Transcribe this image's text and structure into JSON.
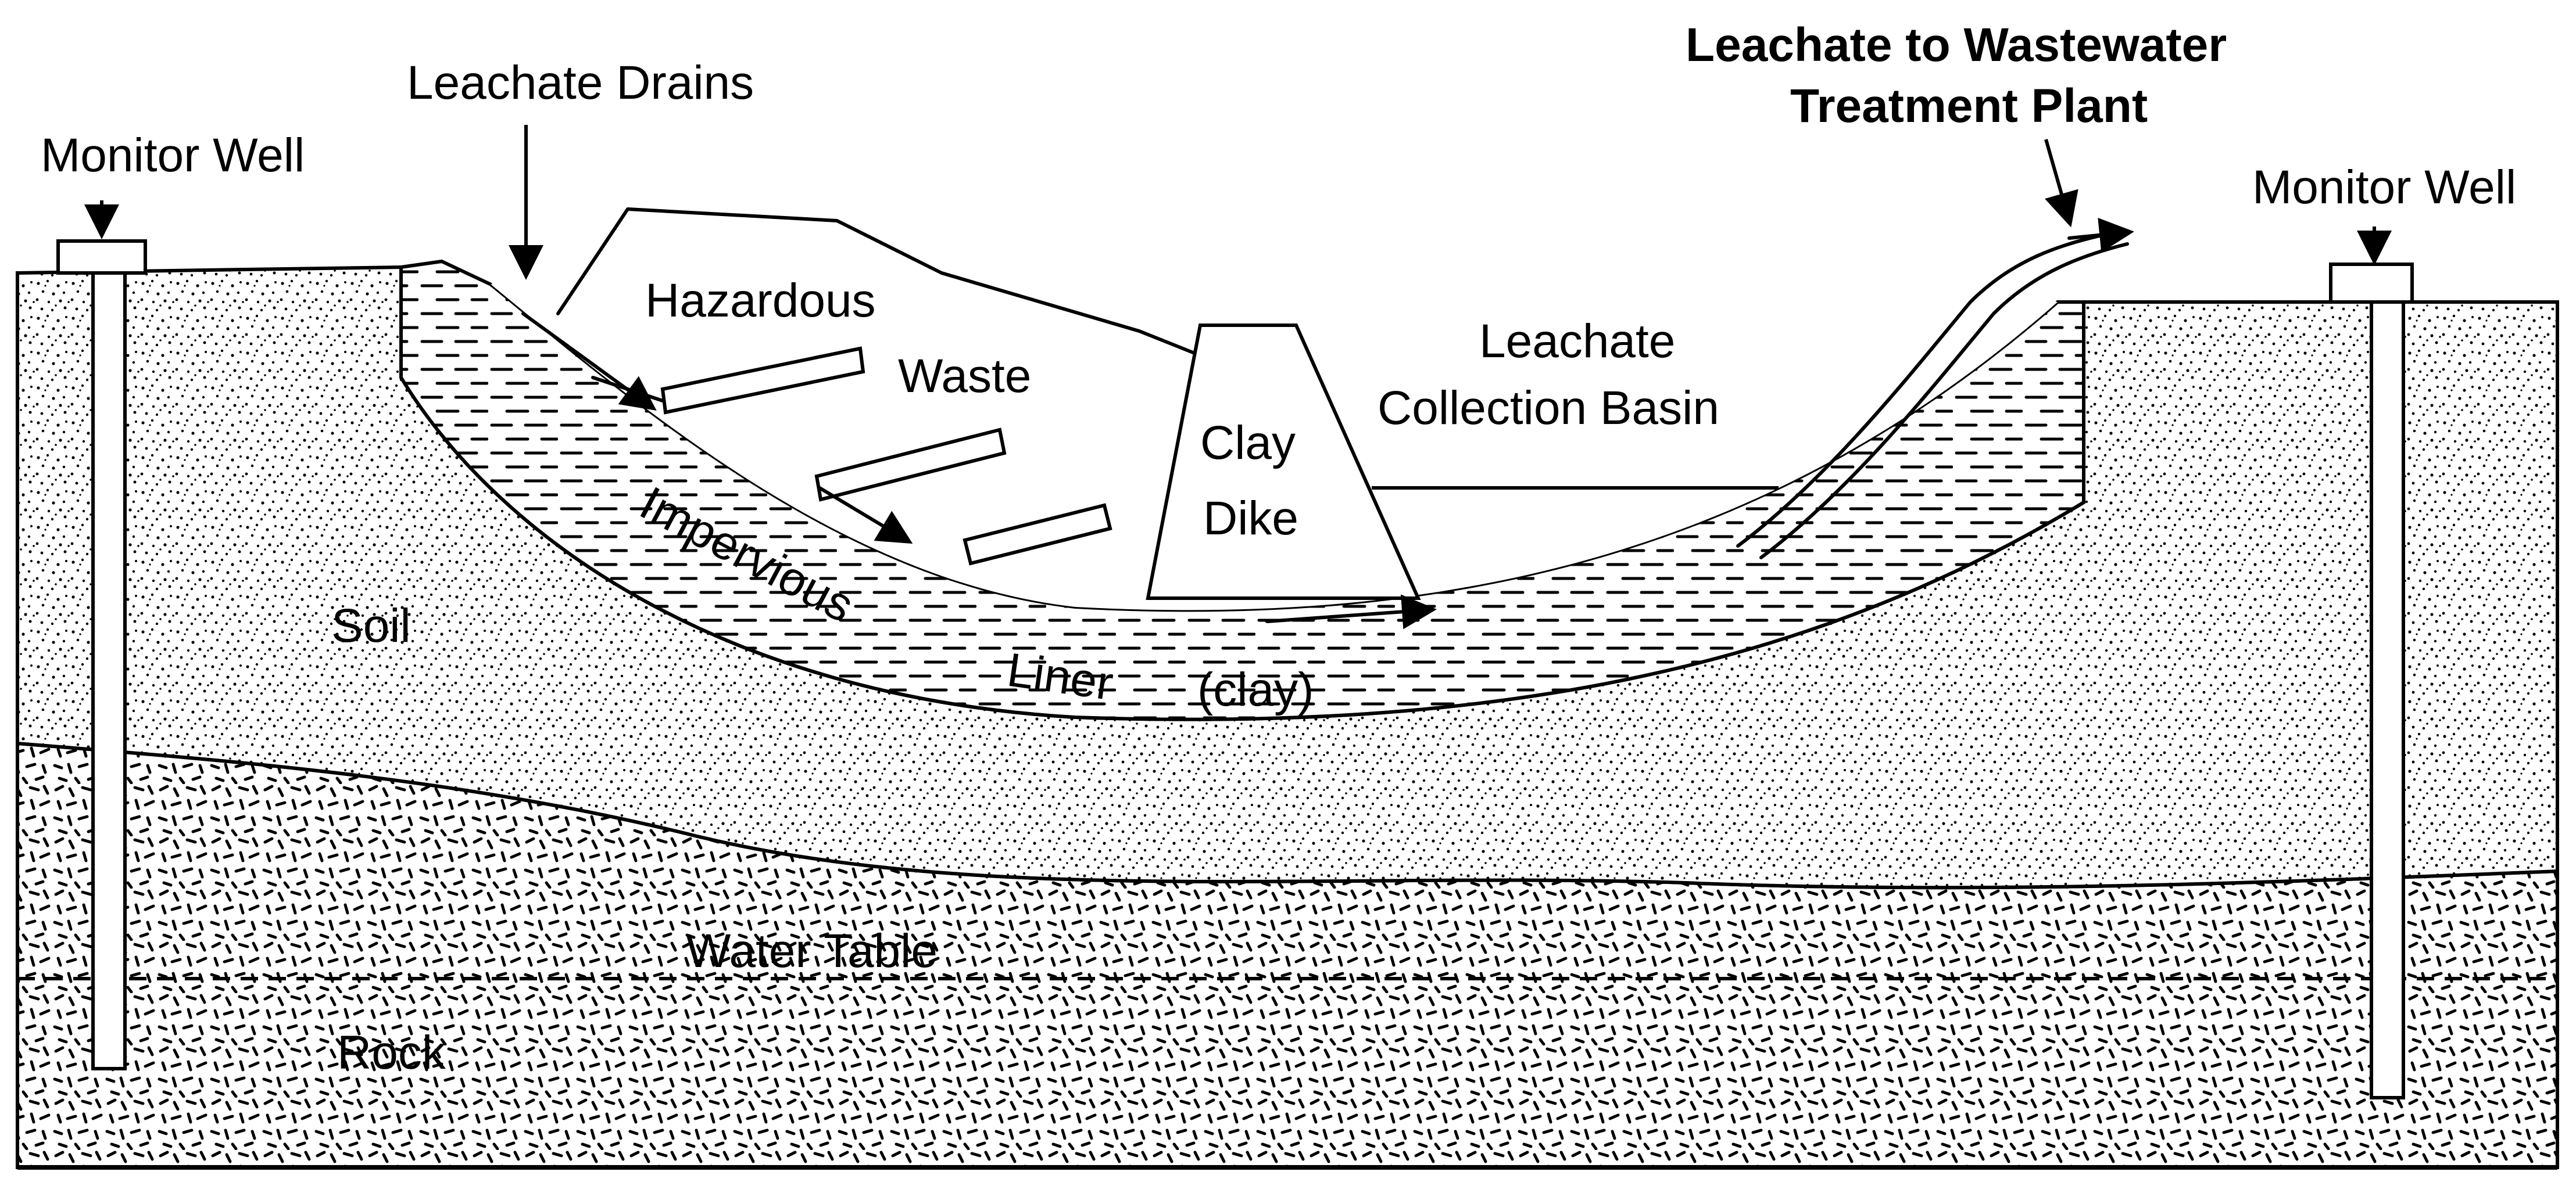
{
  "labels": {
    "monitor_well_left": "Monitor Well",
    "leachate_drains": "Leachate Drains",
    "leachate_to_wwtp_line1": "Leachate to Wastewater",
    "leachate_to_wwtp_line2": "Treatment Plant",
    "monitor_well_right": "Monitor Well",
    "hazardous": "Hazardous",
    "waste": "Waste",
    "clay": "Clay",
    "dike": "Dike",
    "leachate": "Leachate",
    "collection_basin": "Collection Basin",
    "impervious": "Impervious",
    "liner": "Liner",
    "clay_paren": "(clay)",
    "soil": "Soil",
    "water_table": "Water Table",
    "rock": "Rock"
  },
  "colors": {
    "ink": "#000000",
    "paper": "#ffffff"
  }
}
